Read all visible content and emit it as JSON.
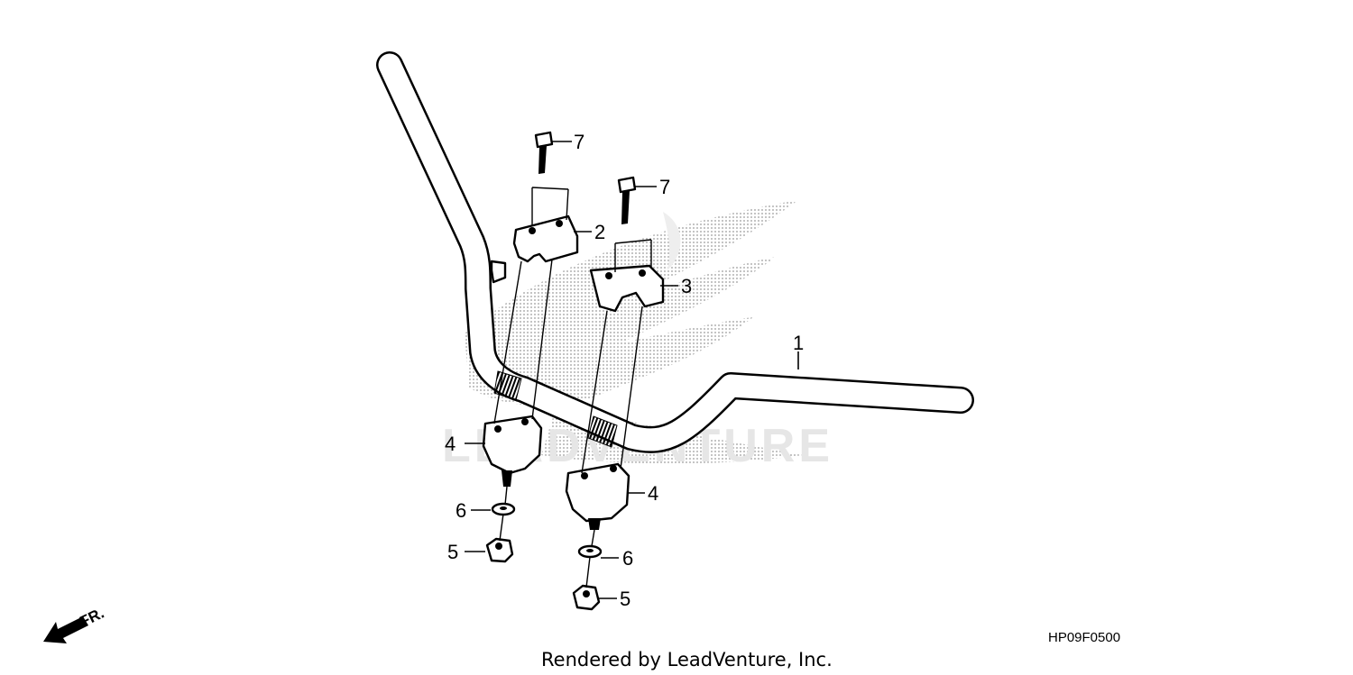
{
  "diagram": {
    "code": "HP09F0500",
    "credit": "Rendered by LeadVenture, Inc.",
    "direction_label": "FR.",
    "watermark_text": "LEADVENTURE",
    "callouts": {
      "handlebar": "1",
      "upper_holder_left": "2",
      "upper_holder_right": "3",
      "lower_holder_left": "4",
      "lower_holder_right": "4",
      "nut_left": "5",
      "nut_right": "5",
      "washer_left": "6",
      "washer_right": "6",
      "bolt_left": "7",
      "bolt_right": "7"
    }
  }
}
